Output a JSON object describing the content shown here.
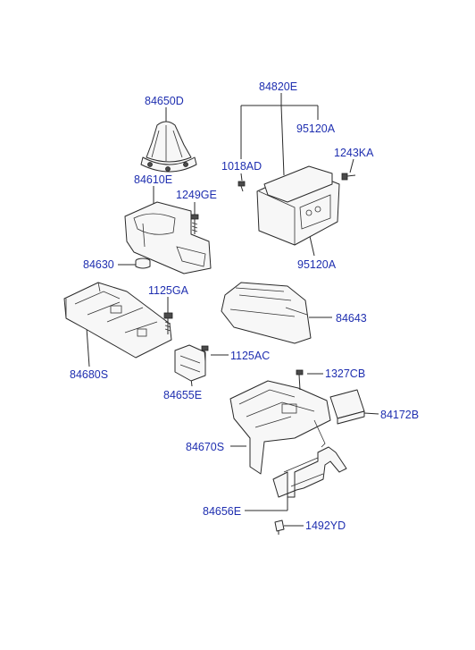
{
  "labels": {
    "l84820E": "84820E",
    "l84650D": "84650D",
    "l95120A_top": "95120A",
    "l1018AD": "1018AD",
    "l1243KA": "1243KA",
    "l84610E": "84610E",
    "l1249GE": "1249GE",
    "l84630": "84630",
    "l95120A_bottom": "95120A",
    "l1125GA": "1125GA",
    "l84643": "84643",
    "l84680S": "84680S",
    "l1125AC": "1125AC",
    "l84655E": "84655E",
    "l1327CB": "1327CB",
    "l84172B": "84172B",
    "l84670S": "84670S",
    "l84656E": "84656E",
    "l1492YD": "1492YD"
  },
  "colors": {
    "label": "#1f2fb0",
    "line": "#2a2a2a",
    "background": "#ffffff"
  }
}
